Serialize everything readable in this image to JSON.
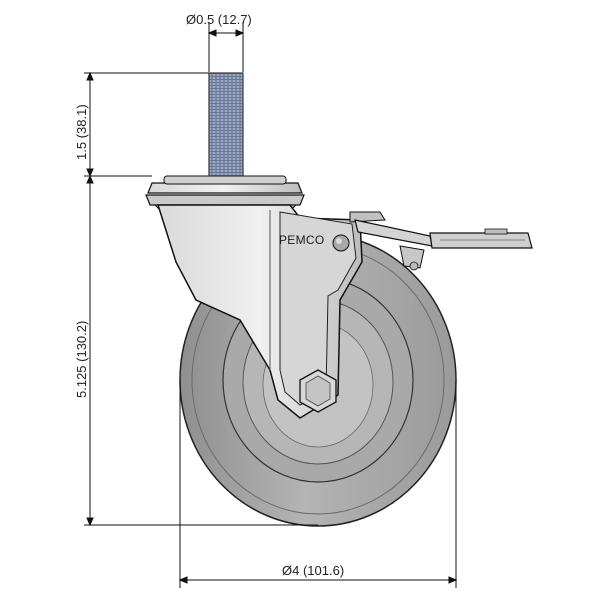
{
  "drawing": {
    "brand": "PEMCO",
    "dimensions": {
      "stem_diameter": "Ø0.5 (12.7)",
      "stem_length": "1.5 (38.1)",
      "overall_height": "5.125 (130.2)",
      "wheel_diameter": "Ø4 (101.6)"
    }
  },
  "colors": {
    "line": "#111111",
    "metal_light": "#e2e2e2",
    "metal_mid": "#b9b9b9",
    "metal_dark": "#8a8a8a",
    "wheel": "#a7a7a7",
    "stem": "#8e9bb8"
  }
}
